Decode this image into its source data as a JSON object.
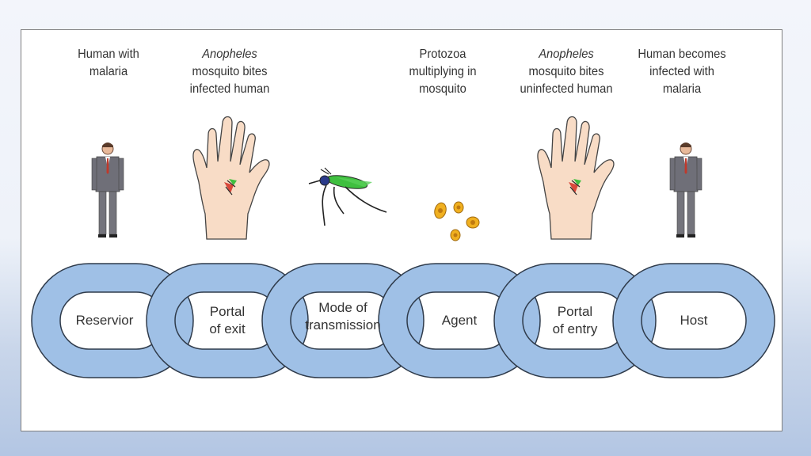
{
  "captions": [
    {
      "lines": [
        "Human with",
        "malaria"
      ]
    },
    {
      "lines": [
        "Anopheles",
        "mosquito bites",
        "infected human"
      ],
      "italic_first": true
    },
    {
      "lines": [
        "Protozoa",
        "multiplying in",
        "mosquito"
      ]
    },
    {
      "lines": [
        "Anopheles",
        "mosquito bites",
        "uninfected human"
      ],
      "italic_first": true
    },
    {
      "lines": [
        "Human becomes",
        "infected with",
        "malaria"
      ]
    }
  ],
  "chain_links": [
    {
      "lines": [
        "Reservior"
      ]
    },
    {
      "lines": [
        "Portal",
        "of exit"
      ]
    },
    {
      "lines": [
        "Mode of",
        "transmission"
      ]
    },
    {
      "lines": [
        "Agent"
      ]
    },
    {
      "lines": [
        "Portal",
        "of entry"
      ]
    },
    {
      "lines": [
        "Host"
      ]
    }
  ],
  "colors": {
    "link_fill": "#9fc0e6",
    "link_stroke": "#2f3b4b",
    "mosquito_body": "#3fbf3f",
    "protozoa": "#f0b020"
  },
  "icons": [
    "man-icon",
    "hand-icon",
    "mosquito-icon",
    "protozoa-icon",
    "hand-icon",
    "man-icon"
  ]
}
